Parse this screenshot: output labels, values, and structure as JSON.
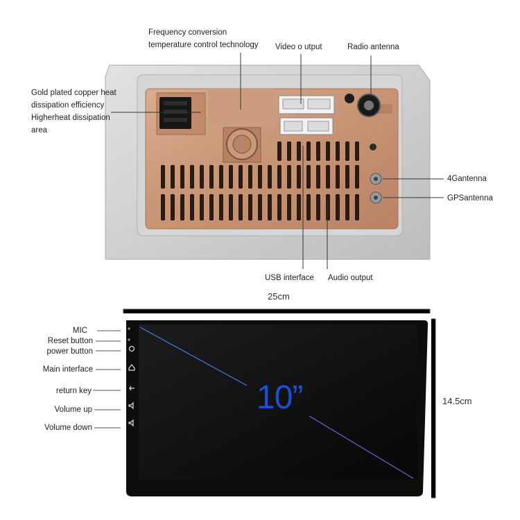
{
  "top": {
    "labels": {
      "frequency_line1": "Frequency conversion",
      "frequency_line2": "temperature control technology",
      "video_output": "Video  o utput",
      "radio_antenna": "Radio antenna",
      "gold_line1": "Gold plated copper heat",
      "gold_line2": "dissipation efficiency",
      "gold_line3": "Higherheat dissipation",
      "gold_line4": "area",
      "ant_4g": "4Gantenna",
      "ant_gps": "GPSantenna",
      "usb": "USB interface",
      "audio": "Audio output"
    }
  },
  "bottom": {
    "width_label": "25cm",
    "height_label": "14.5cm",
    "screen_size": "10”",
    "buttons": {
      "mic": "MIC",
      "reset": "Reset button",
      "power": "power button",
      "main": "Main interface",
      "return": "return key",
      "vol_up": "Volume up",
      "vol_down": "Volume down"
    }
  },
  "colors": {
    "copper": "#c99a7a",
    "plate": "#cfcfcf",
    "screen": "#111111",
    "accent": "#1a4fd6"
  }
}
